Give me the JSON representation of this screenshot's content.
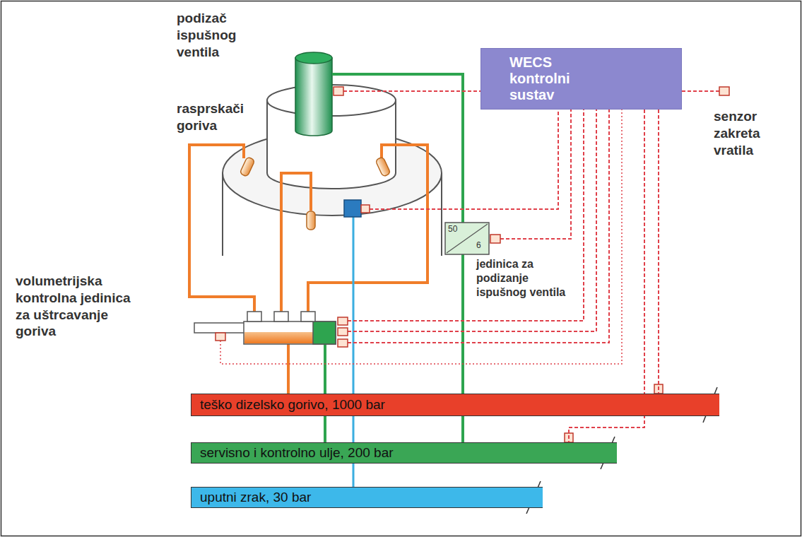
{
  "diagram": {
    "nodes": [
      {
        "text": [
          "WECS kontrolni sustav"
        ]
      },
      {
        "text": [
          "teško dizelsko gorivo, 1000 bar"
        ]
      },
      {
        "text": [
          "servisno i kontrolno ulje, 200 bar"
        ]
      },
      {
        "text": [
          "uputni zrak, 30 bar"
        ]
      }
    ],
    "edges": [
      {
        "from": 0,
        "to": 1,
        "arrow": "none"
      },
      {
        "from": 0,
        "to": 2,
        "arrow": "none"
      }
    ],
    "labels": [
      "podizač ispušnog ventila",
      "rasprskači goriva",
      "senzor zakreta vratila",
      "50",
      "6",
      "jedinica za podizanje ispušnog ventila",
      "volumetrijska kontrolna jedinica za uštrcavanje goriva"
    ]
  }
}
